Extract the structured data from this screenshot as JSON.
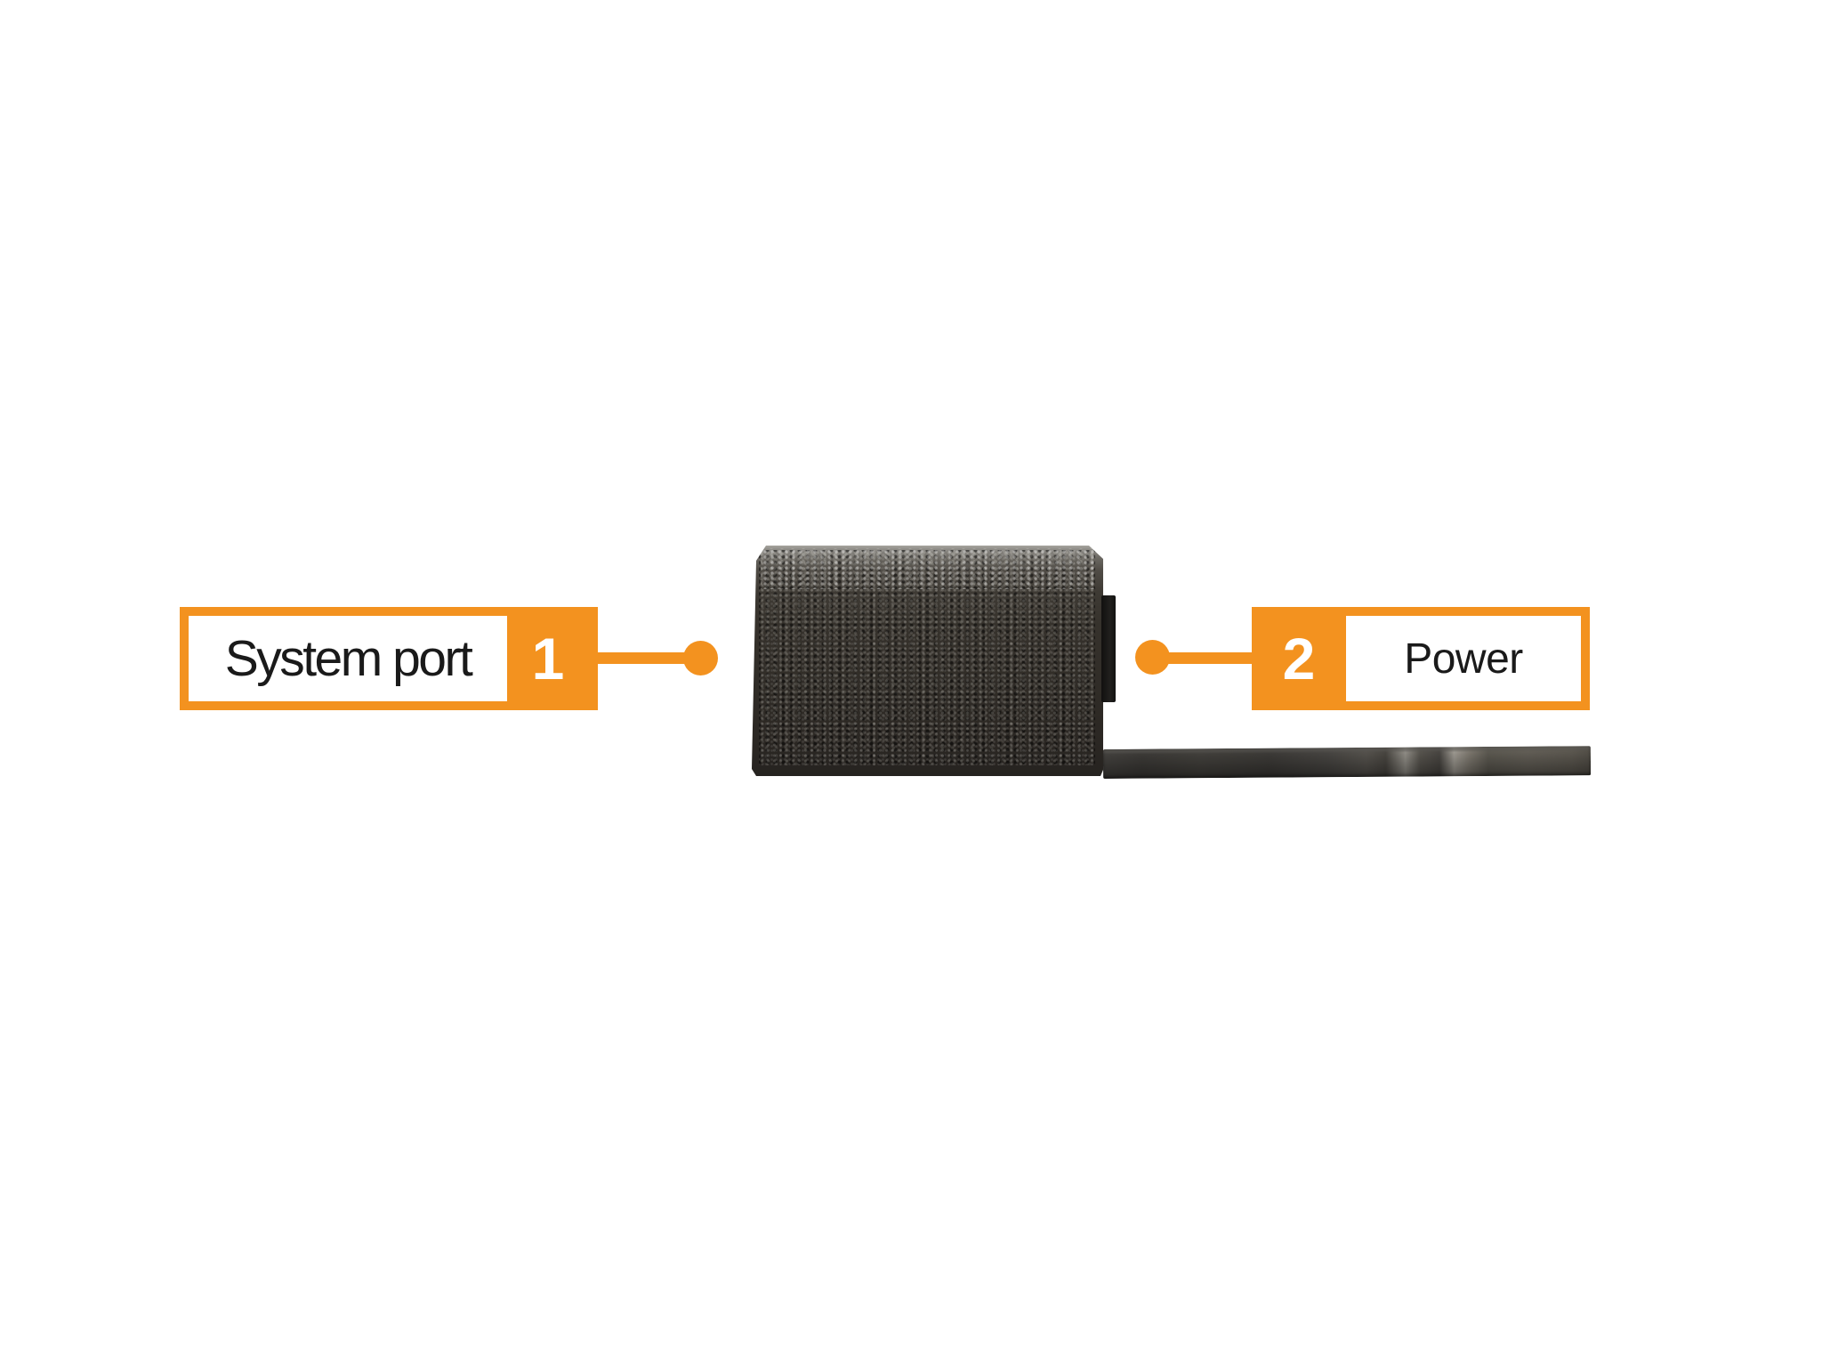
{
  "figure": {
    "background_color": "#ffffff",
    "accent_color": "#F3921F",
    "label_text_color": "#1a1a1a",
    "number_text_color": "#ffffff",
    "callouts": [
      {
        "number": "1",
        "label": "System port",
        "side": "left"
      },
      {
        "number": "2",
        "label": "Power",
        "side": "right"
      }
    ],
    "device": {
      "description_names": [
        "power-adapter-photo",
        "system-port-connector",
        "power-plug-blade"
      ],
      "body_color": "#36322c"
    }
  }
}
